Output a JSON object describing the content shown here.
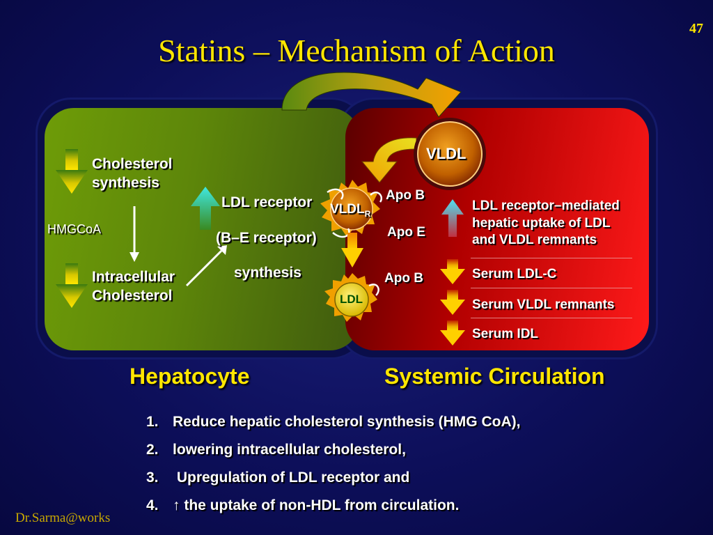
{
  "slide_number": "47",
  "title": "Statins – Mechanism of Action",
  "credit": "Dr.Sarma@works",
  "hepatocyte": {
    "label": "Hepatocyte",
    "cholesterol_synthesis": [
      "Cholesterol",
      "synthesis"
    ],
    "hmgcoa": "HMGCoA",
    "intracellular": [
      "Intracellular",
      "Cholesterol"
    ],
    "ldl_receptor": "LDL receptor",
    "be_receptor": "(B–E receptor)",
    "synthesis": "synthesis"
  },
  "circulation": {
    "label": "Systemic Circulation",
    "vldl": "VLDL",
    "vldl_r": "VLDL",
    "vldl_r_sub": "R",
    "ldl": "LDL",
    "apo_b_1": "Apo B",
    "apo_e": "Apo E",
    "apo_b_2": "Apo B",
    "uptake": [
      "LDL receptor–mediated",
      "hepatic uptake of LDL",
      "and VLDL remnants"
    ],
    "serum_ldl": "Serum LDL-C",
    "serum_vldl": "Serum VLDL remnants",
    "serum_idl": "Serum IDL"
  },
  "steps": [
    {
      "num": "1.",
      "text": "Reduce hepatic cholesterol synthesis (HMG CoA),"
    },
    {
      "num": "2.",
      "text": "lowering intracellular cholesterol,"
    },
    {
      "num": "3.",
      "text": " Upregulation of LDL receptor and"
    },
    {
      "num": "4.",
      "text": "↑ the uptake of non-HDL from circulation."
    }
  ],
  "colors": {
    "title": "#ffe600",
    "hepatocyte_panel": "#5d860a",
    "circulation_panel": "#d00000",
    "down_arrow": "#f0d000",
    "up_arrow": "#30d0c0"
  }
}
